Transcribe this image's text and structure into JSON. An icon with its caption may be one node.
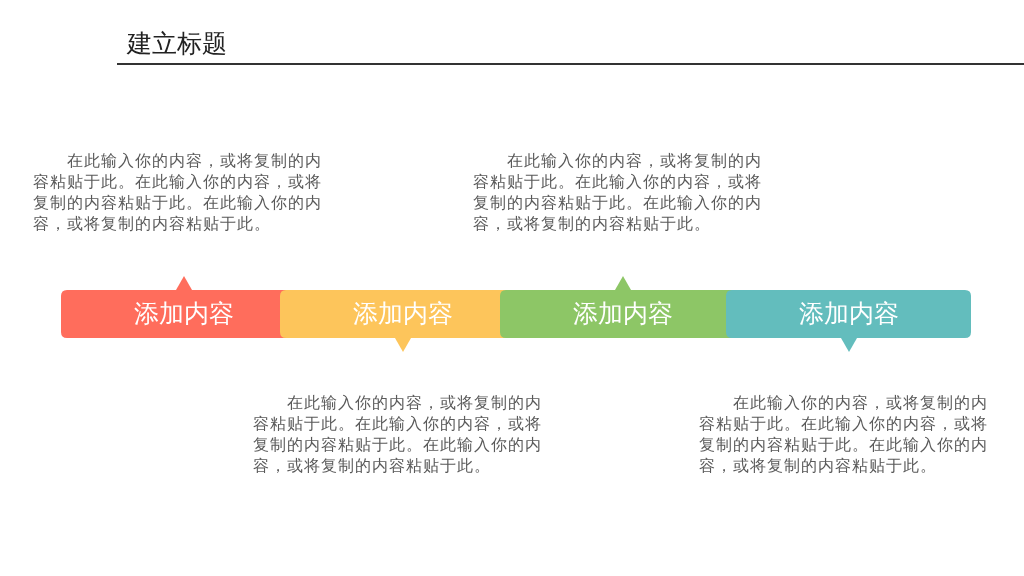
{
  "diagram": {
    "title": "建立标题",
    "nodes": [
      {
        "text": [
          "添加内容"
        ]
      },
      {
        "text": [
          "添加内容"
        ]
      },
      {
        "text": [
          "添加内容"
        ]
      },
      {
        "text": [
          "添加内容"
        ]
      }
    ],
    "labels": [
      "在此输入你的内容，或将复制的内容粘贴于此。在此输入你的内容，或将复制的内容粘贴于此。在此输入你的内容，或将复制的内容粘贴于此。",
      "在此输入你的内容，或将复制的内容粘贴于此。在此输入你的内容，或将复制的内容粘贴于此。在此输入你的内容，或将复制的内容粘贴于此。",
      "在此输入你的内容，或将复制的内容粘贴于此。在此输入你的内容，或将复制的内容粘贴于此。在此输入你的内容，或将复制的内容粘贴于此。",
      "在此输入你的内容，或将复制的内容粘贴于此。在此输入你的内容，或将复制的内容粘贴于此。在此输入你的内容，或将复制的内容粘贴于此。"
    ]
  }
}
